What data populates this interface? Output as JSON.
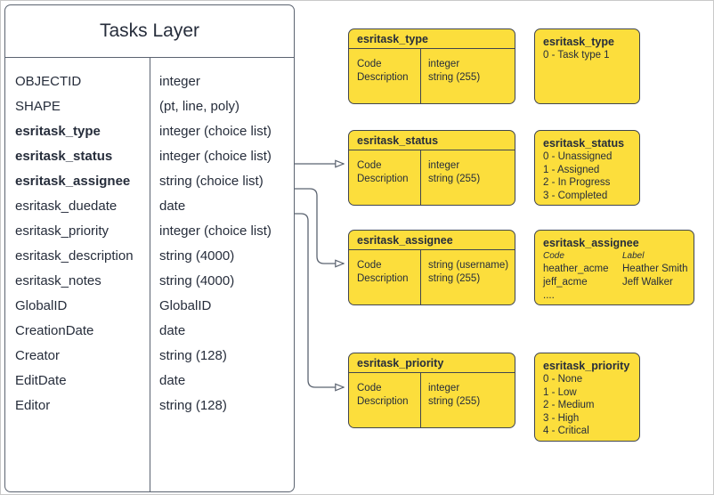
{
  "diagram": {
    "title": "Tasks Layer"
  },
  "layer": {
    "title": "Tasks Layer",
    "fields": [
      {
        "name": "OBJECTID",
        "type": "integer",
        "key": false
      },
      {
        "name": "SHAPE",
        "type": "(pt, line, poly)",
        "key": false
      },
      {
        "name": "esritask_type",
        "type": "integer (choice list)",
        "key": true
      },
      {
        "name": "esritask_status",
        "type": "integer (choice list)",
        "key": true
      },
      {
        "name": "esritask_assignee",
        "type": "string (choice list)",
        "key": true
      },
      {
        "name": "esritask_duedate",
        "type": "date",
        "key": false
      },
      {
        "name": "esritask_priority",
        "type": "integer (choice list)",
        "key": false
      },
      {
        "name": "esritask_description",
        "type": "string (4000)",
        "key": false
      },
      {
        "name": "esritask_notes",
        "type": "string (4000)",
        "key": false
      },
      {
        "name": "GlobalID",
        "type": "GlobalID",
        "key": false
      },
      {
        "name": "CreationDate",
        "type": "date",
        "key": false
      },
      {
        "name": "Creator",
        "type": "string (128)",
        "key": false
      },
      {
        "name": "EditDate",
        "type": "date",
        "key": false
      },
      {
        "name": "Editor",
        "type": "string (128)",
        "key": false
      }
    ]
  },
  "domain_tables": {
    "type": {
      "title": "esritask_type",
      "left_rows": [
        "Code",
        "Description"
      ],
      "right_rows": [
        "integer",
        "string (255)"
      ]
    },
    "status": {
      "title": "esritask_status",
      "left_rows": [
        "Code",
        "Description"
      ],
      "right_rows": [
        "integer",
        "string (255)"
      ]
    },
    "assignee": {
      "title": "esritask_assignee",
      "left_rows": [
        "Code",
        "Description"
      ],
      "right_rows": [
        "string  (username)",
        "string (255)"
      ]
    },
    "priority": {
      "title": "esritask_priority",
      "left_rows": [
        "Code",
        "Description"
      ],
      "right_rows": [
        "integer",
        "string (255)"
      ]
    }
  },
  "value_lists": {
    "type": {
      "title": "esritask_type",
      "values": [
        "0 - Task type 1"
      ]
    },
    "status": {
      "title": "esritask_status",
      "values": [
        "0 - Unassigned",
        "1 - Assigned",
        "2 - In Progress",
        "3 - Completed"
      ]
    },
    "assignee": {
      "title": "esritask_assignee",
      "header": {
        "code": "Code",
        "label": "Label"
      },
      "rows": [
        {
          "code": "heather_acme",
          "label": "Heather Smith"
        },
        {
          "code": "jeff_acme",
          "label": "Jeff Walker"
        }
      ],
      "ellipsis": "...."
    },
    "priority": {
      "title": "esritask_priority",
      "values": [
        "0 - None",
        "1 - Low",
        "2 - Medium",
        "3 - High",
        "4 - Critical"
      ]
    }
  },
  "colors": {
    "domain_fill": "#FCDE3C",
    "stroke": "#40454F",
    "table_stroke": "#5B6370",
    "text": "#262D3B",
    "canvas_border": "#c9c9c9"
  }
}
